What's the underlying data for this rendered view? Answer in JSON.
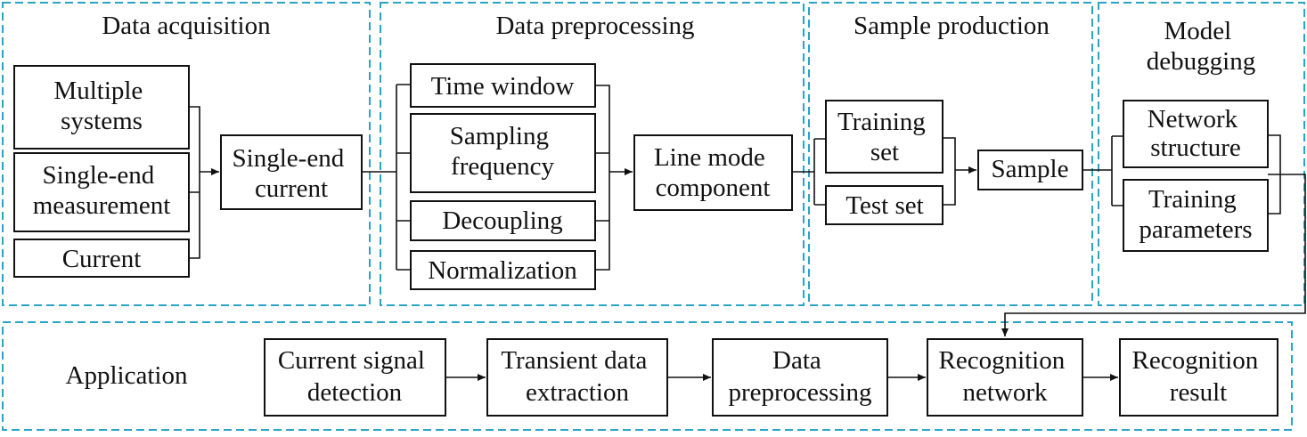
{
  "panels": {
    "acquisition": {
      "title": "Data acquisition"
    },
    "preprocessing": {
      "title": "Data preprocessing"
    },
    "sample_production": {
      "title": "Sample production"
    },
    "model_debugging": {
      "title_lines": [
        "Model",
        "debugging"
      ]
    },
    "application": {
      "title": "Application"
    }
  },
  "boxes": {
    "multiple_systems": [
      "Multiple",
      "systems"
    ],
    "single_end_measurement": [
      "Single-end",
      "measurement"
    ],
    "current": [
      "Current"
    ],
    "single_end_current": [
      "Single-end",
      "current"
    ],
    "time_window": [
      "Time window"
    ],
    "sampling_frequency": [
      "Sampling",
      "frequency"
    ],
    "decoupling": [
      "Decoupling"
    ],
    "normalization": [
      "Normalization"
    ],
    "line_mode_component": [
      "Line mode",
      "component"
    ],
    "training_set": [
      "Training",
      "set"
    ],
    "test_set": [
      "Test set"
    ],
    "sample": [
      "Sample"
    ],
    "network_structure": [
      "Network",
      "structure"
    ],
    "training_parameters": [
      "Training",
      "parameters"
    ],
    "current_signal_detection": [
      "Current signal",
      "detection"
    ],
    "transient_data_extraction": [
      "Transient data",
      "extraction"
    ],
    "app_data_preprocessing": [
      "Data",
      "preprocessing"
    ],
    "recognition_network": [
      "Recognition",
      "network"
    ],
    "recognition_result": [
      "Recognition",
      "result"
    ]
  },
  "colors": {
    "panel_border": "#29a3c6",
    "box_border": "#111111",
    "line": "#111111"
  }
}
